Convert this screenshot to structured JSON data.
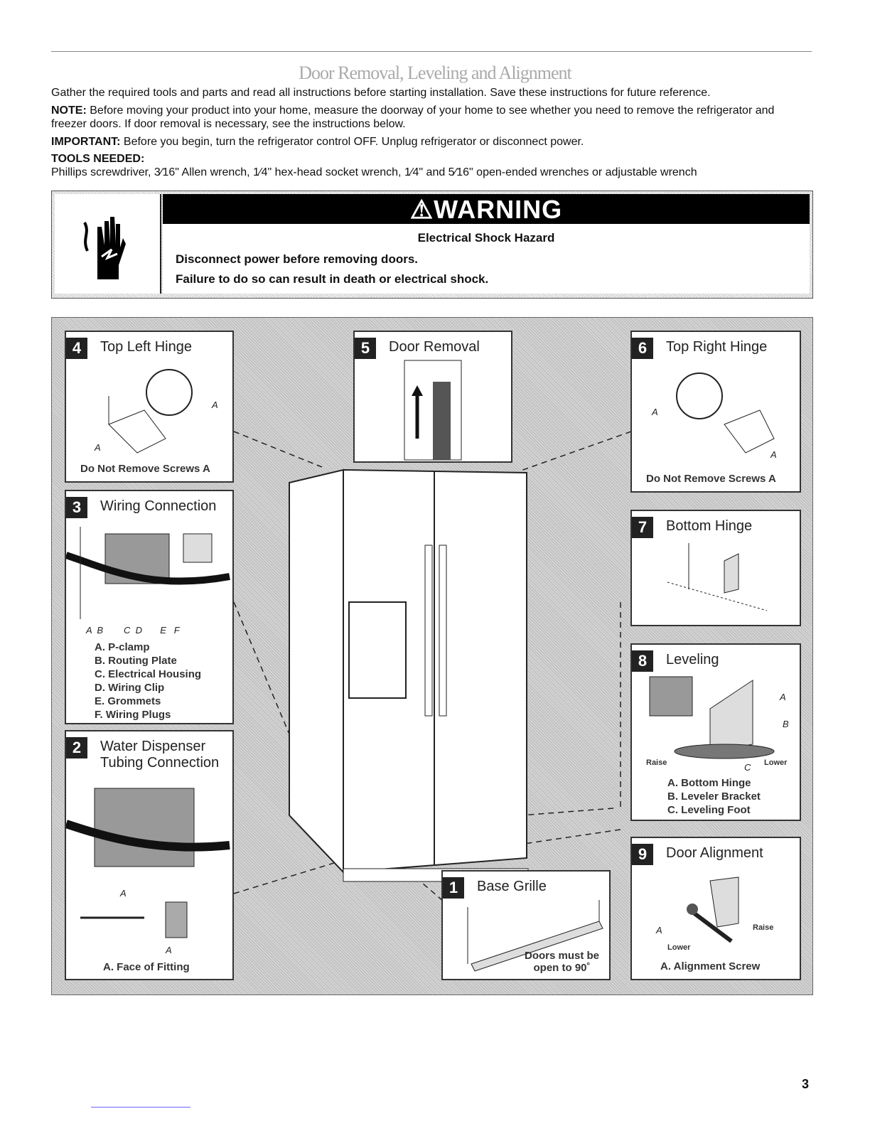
{
  "title": "Door Removal, Leveling and Alignment",
  "intro": "Gather the required tools and parts and read all instructions before starting installation. Save these instructions for future reference.",
  "note_label": "NOTE:",
  "note": " Before moving your product into your home, measure the doorway of your home to see whether you need to remove the refrigerator and freezer doors. If door removal is necessary, see the instructions below.",
  "important_label": "IMPORTANT:",
  "important": " Before you begin, turn the refrigerator control OFF. Unplug refrigerator or disconnect power.",
  "tools_label": "TOOLS NEEDED:",
  "tools": "Phillips screwdriver, 3⁄16\" Allen wrench, 1⁄4\" hex-head socket wrench, 1⁄4\" and 5⁄16\" open-ended wrenches or adjustable wrench",
  "warning": {
    "header": "⚠WARNING",
    "hazard": "Electrical Shock Hazard",
    "line1": "Disconnect power before removing doors.",
    "line2": "Failure to do so can result in death or electrical shock."
  },
  "panels": {
    "p4": {
      "num": "4",
      "title": "Top Left Hinge",
      "caption": "Do Not Remove Screws A",
      "labels": [
        "A",
        "A"
      ]
    },
    "p3": {
      "num": "3",
      "title": "Wiring Connection",
      "letters": "A  B        C  D       E   F",
      "items": [
        "A. P-clamp",
        "B. Routing Plate",
        "C. Electrical Housing",
        "D. Wiring Clip",
        "E. Grommets",
        "F. Wiring Plugs"
      ]
    },
    "p2": {
      "num": "2",
      "title": "Water Dispenser Tubing Connection",
      "labels": [
        "A",
        "A"
      ],
      "caption": "A. Face of Fitting"
    },
    "p5": {
      "num": "5",
      "title": "Door Removal"
    },
    "p6": {
      "num": "6",
      "title": "Top Right Hinge",
      "caption": "Do Not Remove Screws A",
      "labels": [
        "A",
        "A"
      ]
    },
    "p7": {
      "num": "7",
      "title": "Bottom Hinge"
    },
    "p8": {
      "num": "8",
      "title": "Leveling",
      "labels": [
        "A",
        "B",
        "C"
      ],
      "raise": "Raise",
      "lower": "Lower",
      "items": [
        "A. Bottom Hinge",
        "B. Leveler Bracket",
        "C. Leveling Foot"
      ]
    },
    "p9": {
      "num": "9",
      "title": "Door Alignment",
      "label": "A",
      "raise": "Raise",
      "lower": "Lower",
      "caption": "A. Alignment Screw"
    },
    "p1": {
      "num": "1",
      "title": "Base Grille",
      "note1": "Doors must be",
      "note2": "open to 90˚"
    }
  },
  "page_number": "3"
}
